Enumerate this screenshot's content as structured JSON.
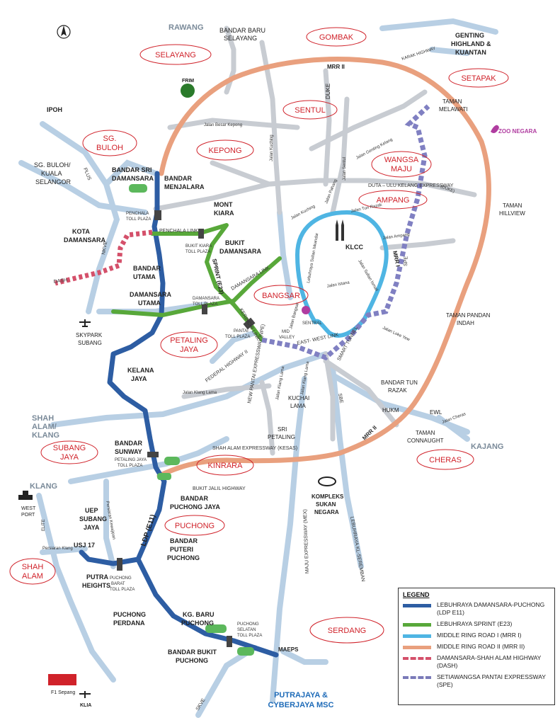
{
  "colors": {
    "ldp": "#2d5da3",
    "sprint": "#58a83a",
    "mrr1": "#4fb5e3",
    "mrr2": "#e9a07e",
    "dash": "#d4506a",
    "spe": "#8080c2",
    "road": "#b8cfe4",
    "road_grey": "#c8ccd2",
    "area_text": "#d0222a",
    "region_text": "#7a8a99"
  },
  "regions": [
    "RAWANG",
    "SHAH ALAM/ KLANG",
    "KLANG",
    "KAJANG"
  ],
  "regions_multi": {
    "shah1": "SHAH",
    "shah2": "ALAM/",
    "shah3": "KLANG"
  },
  "areas": {
    "selayang": "SELAYANG",
    "gombak": "GOMBAK",
    "setapak": "SETAPAK",
    "sentul": "SENTUL",
    "kepong": "KEPONG",
    "sgbuloh1": "SG.",
    "sgbuloh2": "BULOH",
    "wangsa1": "WANGSA",
    "wangsa2": "MAJU",
    "ampang": "AMPANG",
    "bangsar": "BANGSAR",
    "petaling1": "PETALING",
    "petaling2": "JAYA",
    "subang1": "SUBANG",
    "subang2": "JAYA",
    "kinrara": "KINRARA",
    "cheras": "CHERAS",
    "puchong": "PUCHONG",
    "shahalam1": "SHAH",
    "shahalam2": "ALAM",
    "serdang": "SERDANG"
  },
  "places": {
    "bandar_baru1": "BANDAR BARU",
    "bandar_baru2": "SELAYANG",
    "genting1": "GENTING",
    "genting2": "HIGHLAND &",
    "genting3": "KUANTAN",
    "ipoh": "IPOH",
    "frim": "FRIM",
    "taman_melawati1": "TAMAN",
    "taman_melawati2": "MELAWATI",
    "zoo": "ZOO NEGARA",
    "sgbuloh_kuala1": "SG. BULOH/",
    "sgbuloh_kuala2": "KUALA",
    "sgbuloh_kuala3": "SELANGOR",
    "bandar_sri1": "BANDAR SRI",
    "bandar_sri2": "DAMANSARA",
    "bandar_menjalara1": "BANDAR",
    "bandar_menjalara2": "MENJALARA",
    "mont_kiara1": "MONT",
    "mont_kiara2": "KIARA",
    "taman_hillview1": "TAMAN",
    "taman_hillview2": "HILLVIEW",
    "kota_dam1": "KOTA",
    "kota_dam2": "DAMANSARA",
    "bukit_dam1": "BUKIT",
    "bukit_dam2": "DAMANSARA",
    "klcc": "KLCC",
    "bandar_utama1": "BANDAR",
    "bandar_utama2": "UTAMA",
    "damansara_utama1": "DAMANSARA",
    "damansara_utama2": "UTAMA",
    "taman_pandan1": "TAMAN PANDAN",
    "taman_pandan2": "INDAH",
    "skypark1": "SKYPARK",
    "skypark2": "SUBANG",
    "kelana1": "KELANA",
    "kelana2": "JAYA",
    "bandar_tun1": "BANDAR TUN",
    "bandar_tun2": "RAZAK",
    "kuchai1": "KUCHAI",
    "kuchai2": "LAMA",
    "hukm": "HUKM",
    "ewl": "EWL",
    "taman_connaught1": "TAMAN",
    "taman_connaught2": "CONNAUGHT",
    "sri_petaling1": "SRI",
    "sri_petaling2": "PETALING",
    "bandar_sunway1": "BANDAR",
    "bandar_sunway2": "SUNWAY",
    "west_port1": "WEST",
    "west_port2": "PORT",
    "kompleks1": "KOMPLEKS",
    "kompleks2": "SUKAN",
    "kompleks3": "NEGARA",
    "bandar_puchong_jaya1": "BANDAR",
    "bandar_puchong_jaya2": "PUCHONG JAYA",
    "uep1": "UEP",
    "uep2": "SUBANG",
    "uep3": "JAYA",
    "bandar_puteri1": "BANDAR",
    "bandar_puteri2": "PUTERI",
    "bandar_puteri3": "PUCHONG",
    "usj17": "USJ 17",
    "putra_heights1": "PUTRA",
    "putra_heights2": "HEIGHTS",
    "puchong_perdana1": "PUCHONG",
    "puchong_perdana2": "PERDANA",
    "kg_baru1": "KG. BARU",
    "kg_baru2": "PUCHONG",
    "bandar_bukit1": "BANDAR BUKIT",
    "bandar_bukit2": "PUCHONG",
    "maeps": "MAEPS",
    "putrajaya1": "PUTRAJAYA &",
    "putrajaya2": "CYBERJAYA MSC",
    "f1": "F1 Sepang",
    "klia": "KLIA"
  },
  "roads": {
    "mrr2_top": "MRR II",
    "mrr2_bottom": "MRR II",
    "karak": "KARAK HIGHWAY",
    "duke": "DUKE",
    "duke_paren": "(DUKE)",
    "jalan_besar_kepong": "Jalan Besar Kepong",
    "jalan_kuching": "Jalan Kuching",
    "jalan_genting_kelang": "Jalan Genting Kelang",
    "jalan_sentul": "Jalan Sentul",
    "jalan_pahang": "Jalan Pahang",
    "duta": "DUTA – ULU KELANG EXPRESSWAY",
    "plus": "PLUS",
    "penchala_toll1": "PENCHALA",
    "penchala_toll2": "TOLL PLAZA",
    "penchala_link": "PENCHALA LINK",
    "bukit_kiara_toll1": "BUKIT KIARA",
    "bukit_kiara_toll2": "TOLL PLAZA",
    "jalan_tun_razak": "Jalan Tun Razak",
    "jalan_ampang": "Jalan Ampang",
    "nkve": "NKVE",
    "dash": "DASH",
    "sprint": "SPRINT (E23)",
    "damansara_link": "DAMANSARA LINK",
    "mrr1": "MRR I",
    "spe": "SPE",
    "damansara_toll1": "DAMANSARA",
    "damansara_toll2": "TOLL PLAZA",
    "kerinchi_link": "KERINCHI LINK",
    "jalan_istana": "Jalan Istana",
    "jalan_sultan_ismail": "Jalan Sultan Ismail",
    "lebuhraya_sultan": "Lebuhraya Sultan Iskandar",
    "jalan_bangsar": "Jalan Bangsar",
    "sentral": "SENTRAL",
    "pantai_toll1": "PANTAI",
    "pantai_toll2": "TOLL PLAZA",
    "mid_valley1": "MID",
    "mid_valley2": "VALLEY",
    "east_west_link": "EAST- WEST LINK",
    "smart_tunnel": "SMART TUNNEL",
    "jalan_loke_yew": "Jalan Loke Yew",
    "federal_highway": "FEDERAL HIGHWAY II",
    "npe": "NEW PANTAI EXPRESSWAY (NPE)",
    "jalan_klang_lama": "Jalan Klang Lama",
    "sbe": "SBE",
    "jalan_cheras": "Jalan Cheras",
    "shah_alam_expressway": "SHAH ALAM EXPRESSWAY (KESAS)",
    "petaling_jaya_toll1": "PETALING JAYA",
    "petaling_jaya_toll2": "TOLL PLAZA",
    "bukit_jalil": "BUKIT JALIL HIGHWAY",
    "elite": "ELITE",
    "ldp": "LDP (E11)",
    "maju_expressway": "MAJU EXPRESSWAY (MEX)",
    "lebuhraya_kl_seremban": "LEBUHRAYA KL-SEREMBAN",
    "persiaran_klang": "Persiaran Klang",
    "persiaran_kewajipan": "Persiaran Kewajipan",
    "puchong_barat_toll1": "PUCHONG",
    "puchong_barat_toll2": "BARAT",
    "puchong_barat_toll3": "TOLL PLAZA",
    "puchong_selatan_toll1": "PUCHONG",
    "puchong_selatan_toll2": "SELATAN",
    "puchong_selatan_toll3": "TOLL PLAZA",
    "skve": "SKVE"
  },
  "legend": {
    "title": "LEGEND",
    "items": [
      {
        "label": "LEBUHRAYA DAMANSARA-PUCHONG (LDP E11)",
        "color": "#2d5da3",
        "style": "solid"
      },
      {
        "label": "LEBUHRAYA SPRINT (E23)",
        "color": "#58a83a",
        "style": "solid"
      },
      {
        "label": "MIDDLE RING ROAD I (MRR I)",
        "color": "#4fb5e3",
        "style": "solid"
      },
      {
        "label": "MIDDLE RING ROAD II (MRR II)",
        "color": "#e9a07e",
        "style": "solid"
      },
      {
        "label": "DAMANSARA-SHAH ALAM HIGHWAY (DASH)",
        "color": "#d4506a",
        "style": "dashed"
      },
      {
        "label": "SETIAWANGSA PANTAI EXPRESSWAY (SPE)",
        "color": "#7a7ab8",
        "style": "dashed"
      }
    ]
  }
}
